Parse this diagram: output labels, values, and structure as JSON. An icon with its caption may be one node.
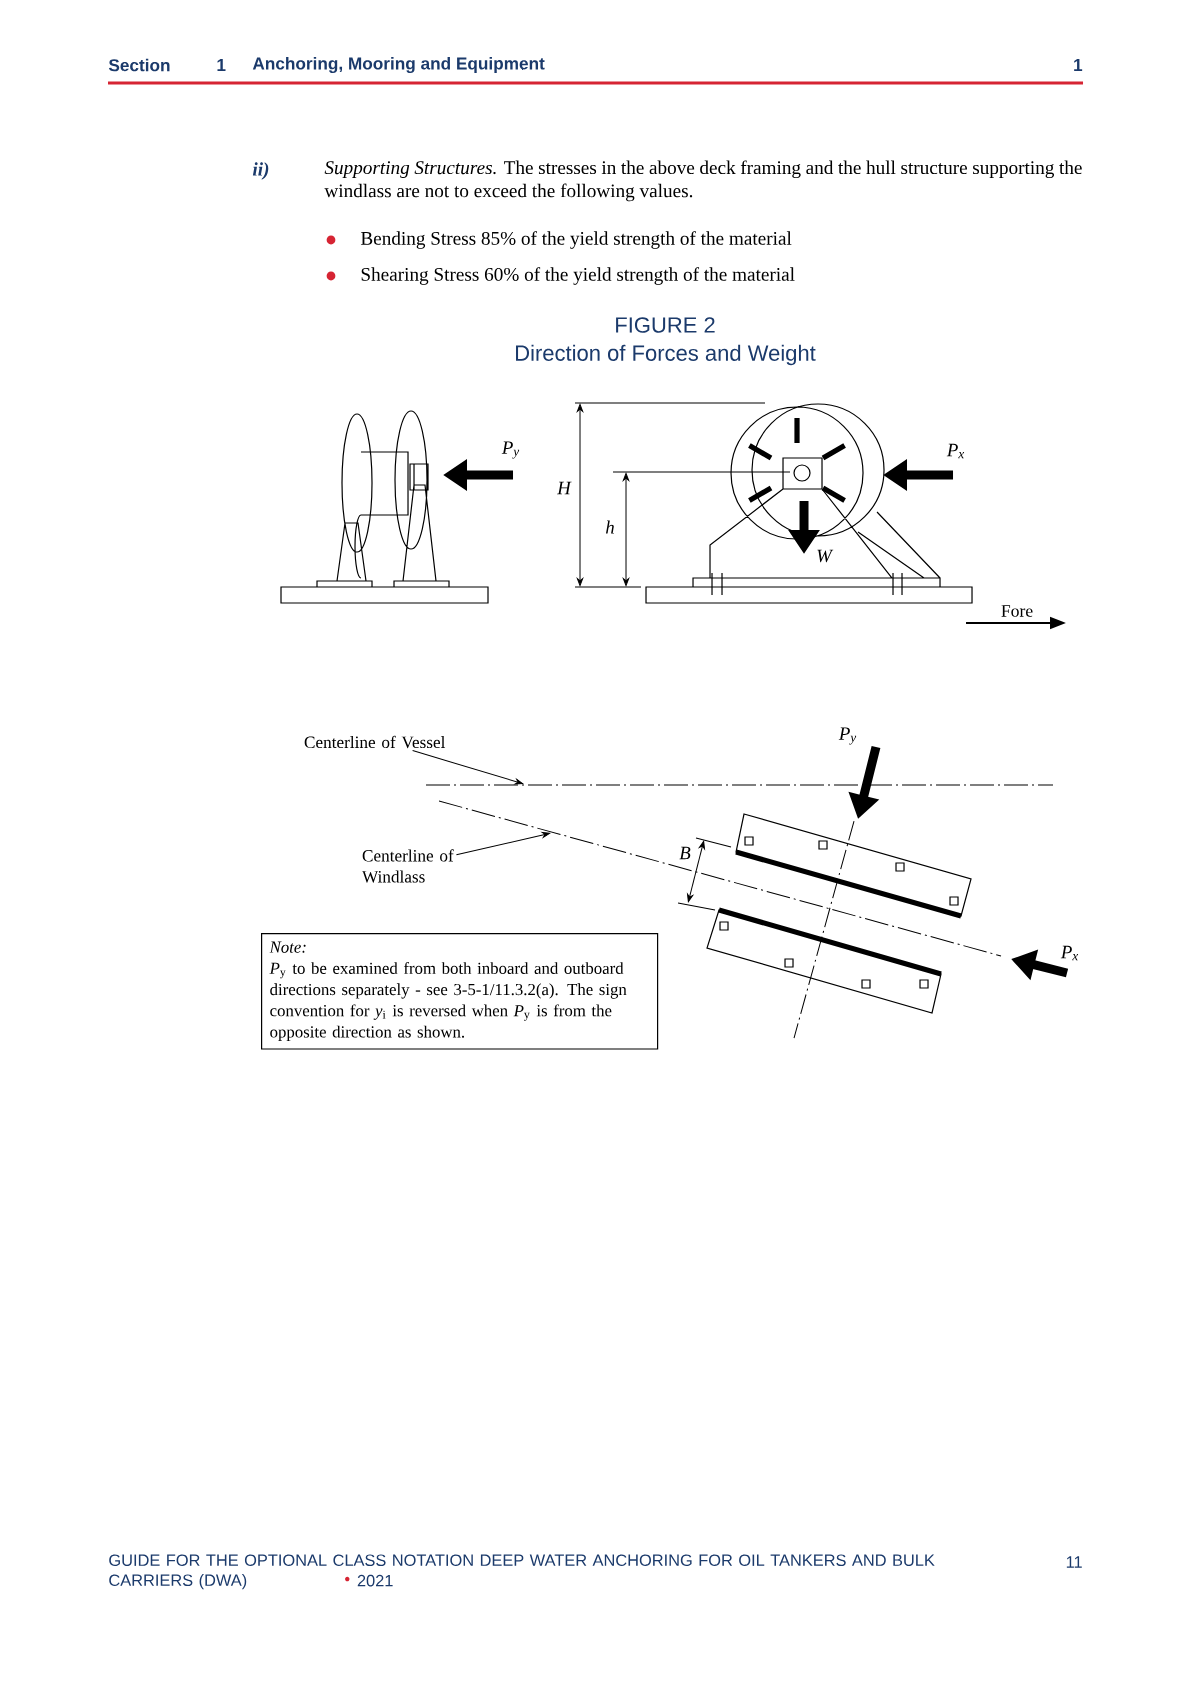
{
  "diagram": {
    "title": "Direction of Forces and Weight",
    "nodes": [
      {
        "text": [
          "Note:",
          "*P*$_{y}$ to be examined from both inboard and outboard directions separately - see 3-5-1/11.3.2(a).  The sign convention for *y*$_{i}$ is reversed when *P*$_{y}$ is from the opposite direction as shown."
        ]
      },
      {
        "text": [
          "Centerline of Vessel"
        ]
      },
      {
        "text": [
          "Centerline of Windlass"
        ]
      }
    ],
    "edges": [
      {
        "from": 1,
        "to": null,
        "arrow": "to"
      },
      {
        "from": 2,
        "to": null,
        "arrow": "to"
      }
    ],
    "labels": [
      "Section",
      "1",
      "Anchoring, Mooring and Equipment",
      "1",
      "ii)",
      "*Supporting Structures.* The stresses in the above deck framing and the hull structure supporting the windlass are not to exceed the following values.",
      "Bending Stress 85% of the yield strength of the material",
      "Shearing Stress 60% of the yield strength of the material",
      "FIGURE 2",
      "P$_{y}$",
      "H",
      "h",
      "W",
      "P$_{x}$",
      "Fore",
      "P$_{y}$",
      "B",
      "P$_{x}$",
      "GUIDE FOR THE OPTIONAL CLASS NOTATION DEEP WATER ANCHORING FOR OIL TANKERS AND BULK CARRIERS (DWA)",
      "•",
      "2021",
      "11"
    ]
  }
}
